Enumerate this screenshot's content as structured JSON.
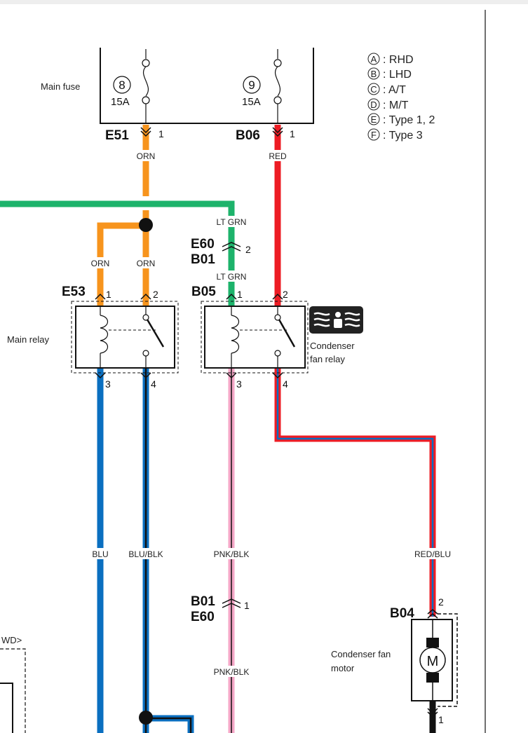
{
  "legend": [
    {
      "letter": "A",
      "text": ": RHD"
    },
    {
      "letter": "B",
      "text": ": LHD"
    },
    {
      "letter": "C",
      "text": ": A/T"
    },
    {
      "letter": "D",
      "text": ": M/T"
    },
    {
      "letter": "E",
      "text": ": Type 1, 2"
    },
    {
      "letter": "F",
      "text": ": Type 3"
    }
  ],
  "main_fuse": {
    "label": "Main fuse",
    "fuses": [
      {
        "number": "8",
        "rating": "15A"
      },
      {
        "number": "9",
        "rating": "15A"
      }
    ]
  },
  "connectors": {
    "e51": {
      "name": "E51",
      "pin": "1"
    },
    "b06": {
      "name": "B06",
      "pin": "1"
    },
    "e60_top": {
      "name_a": "E60",
      "name_b": "B01",
      "pin": "2"
    },
    "e53": {
      "name": "E53",
      "pin_1": "1",
      "pin_2": "2",
      "pin_3": "3",
      "pin_4": "4"
    },
    "b05": {
      "name": "B05",
      "pin_1": "1",
      "pin_2": "2",
      "pin_3": "3",
      "pin_4": "4"
    },
    "b01_bottom": {
      "name_a": "B01",
      "name_b": "E60",
      "pin": "1"
    },
    "b04": {
      "name": "B04",
      "pin_top": "2",
      "pin_bottom": "1"
    }
  },
  "wires": {
    "orn_top": "ORN",
    "red_top": "RED",
    "lt_grn_1": "LT GRN",
    "lt_grn_2": "LT GRN",
    "orn_left": "ORN",
    "orn_right": "ORN",
    "blu": "BLU",
    "blu_blk": "BLU/BLK",
    "pnk_blk_1": "PNK/BLK",
    "pnk_blk_2": "PNK/BLK",
    "red_blu": "RED/BLU"
  },
  "components": {
    "main_relay": "Main relay",
    "condenser_fan_relay_1": "Condenser",
    "condenser_fan_relay_2": "fan relay",
    "condenser_fan_motor_1": "Condenser fan",
    "condenser_fan_motor_2": "motor",
    "motor_symbol": "M",
    "cut_label": "WD>"
  },
  "icons": [
    "condenser-fan-icon"
  ],
  "colors": {
    "orange": "#f7941d",
    "red": "#ed1c24",
    "green": "#1db36b",
    "blue": "#0a6fc0",
    "pink": "#f4a6c6",
    "black": "#111111"
  }
}
